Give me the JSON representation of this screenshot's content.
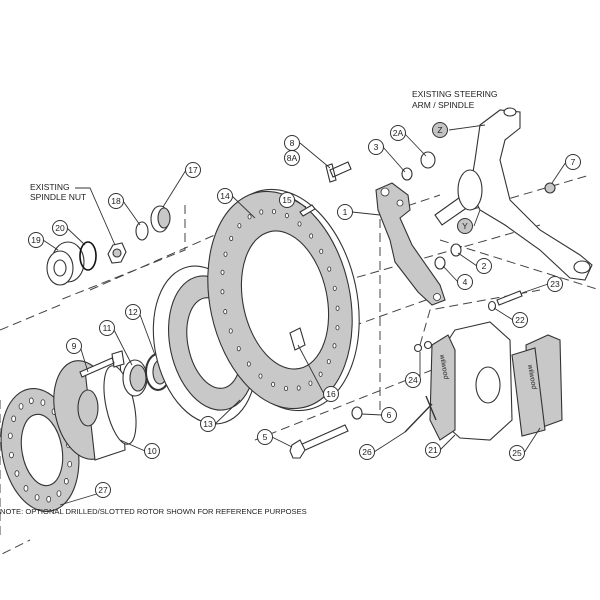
{
  "labels": {
    "steering_line1": "EXISTING STEERING",
    "steering_line2": "ARM / SPINDLE",
    "nut_line1": "EXISTING",
    "nut_line2": "SPINDLE NUT",
    "note": "NOTE: OPTIONAL DRILLED/SLOTTED ROTOR SHOWN FOR REFERENCE PURPOSES",
    "brand": "wilwood"
  },
  "callouts": [
    "1",
    "2",
    "2A",
    "3",
    "4",
    "5",
    "6",
    "7",
    "8",
    "8A",
    "9",
    "10",
    "11",
    "12",
    "13",
    "14",
    "15",
    "16",
    "17",
    "18",
    "19",
    "20",
    "21",
    "22",
    "23",
    "24",
    "25",
    "26",
    "27",
    "Y",
    "Z"
  ]
}
